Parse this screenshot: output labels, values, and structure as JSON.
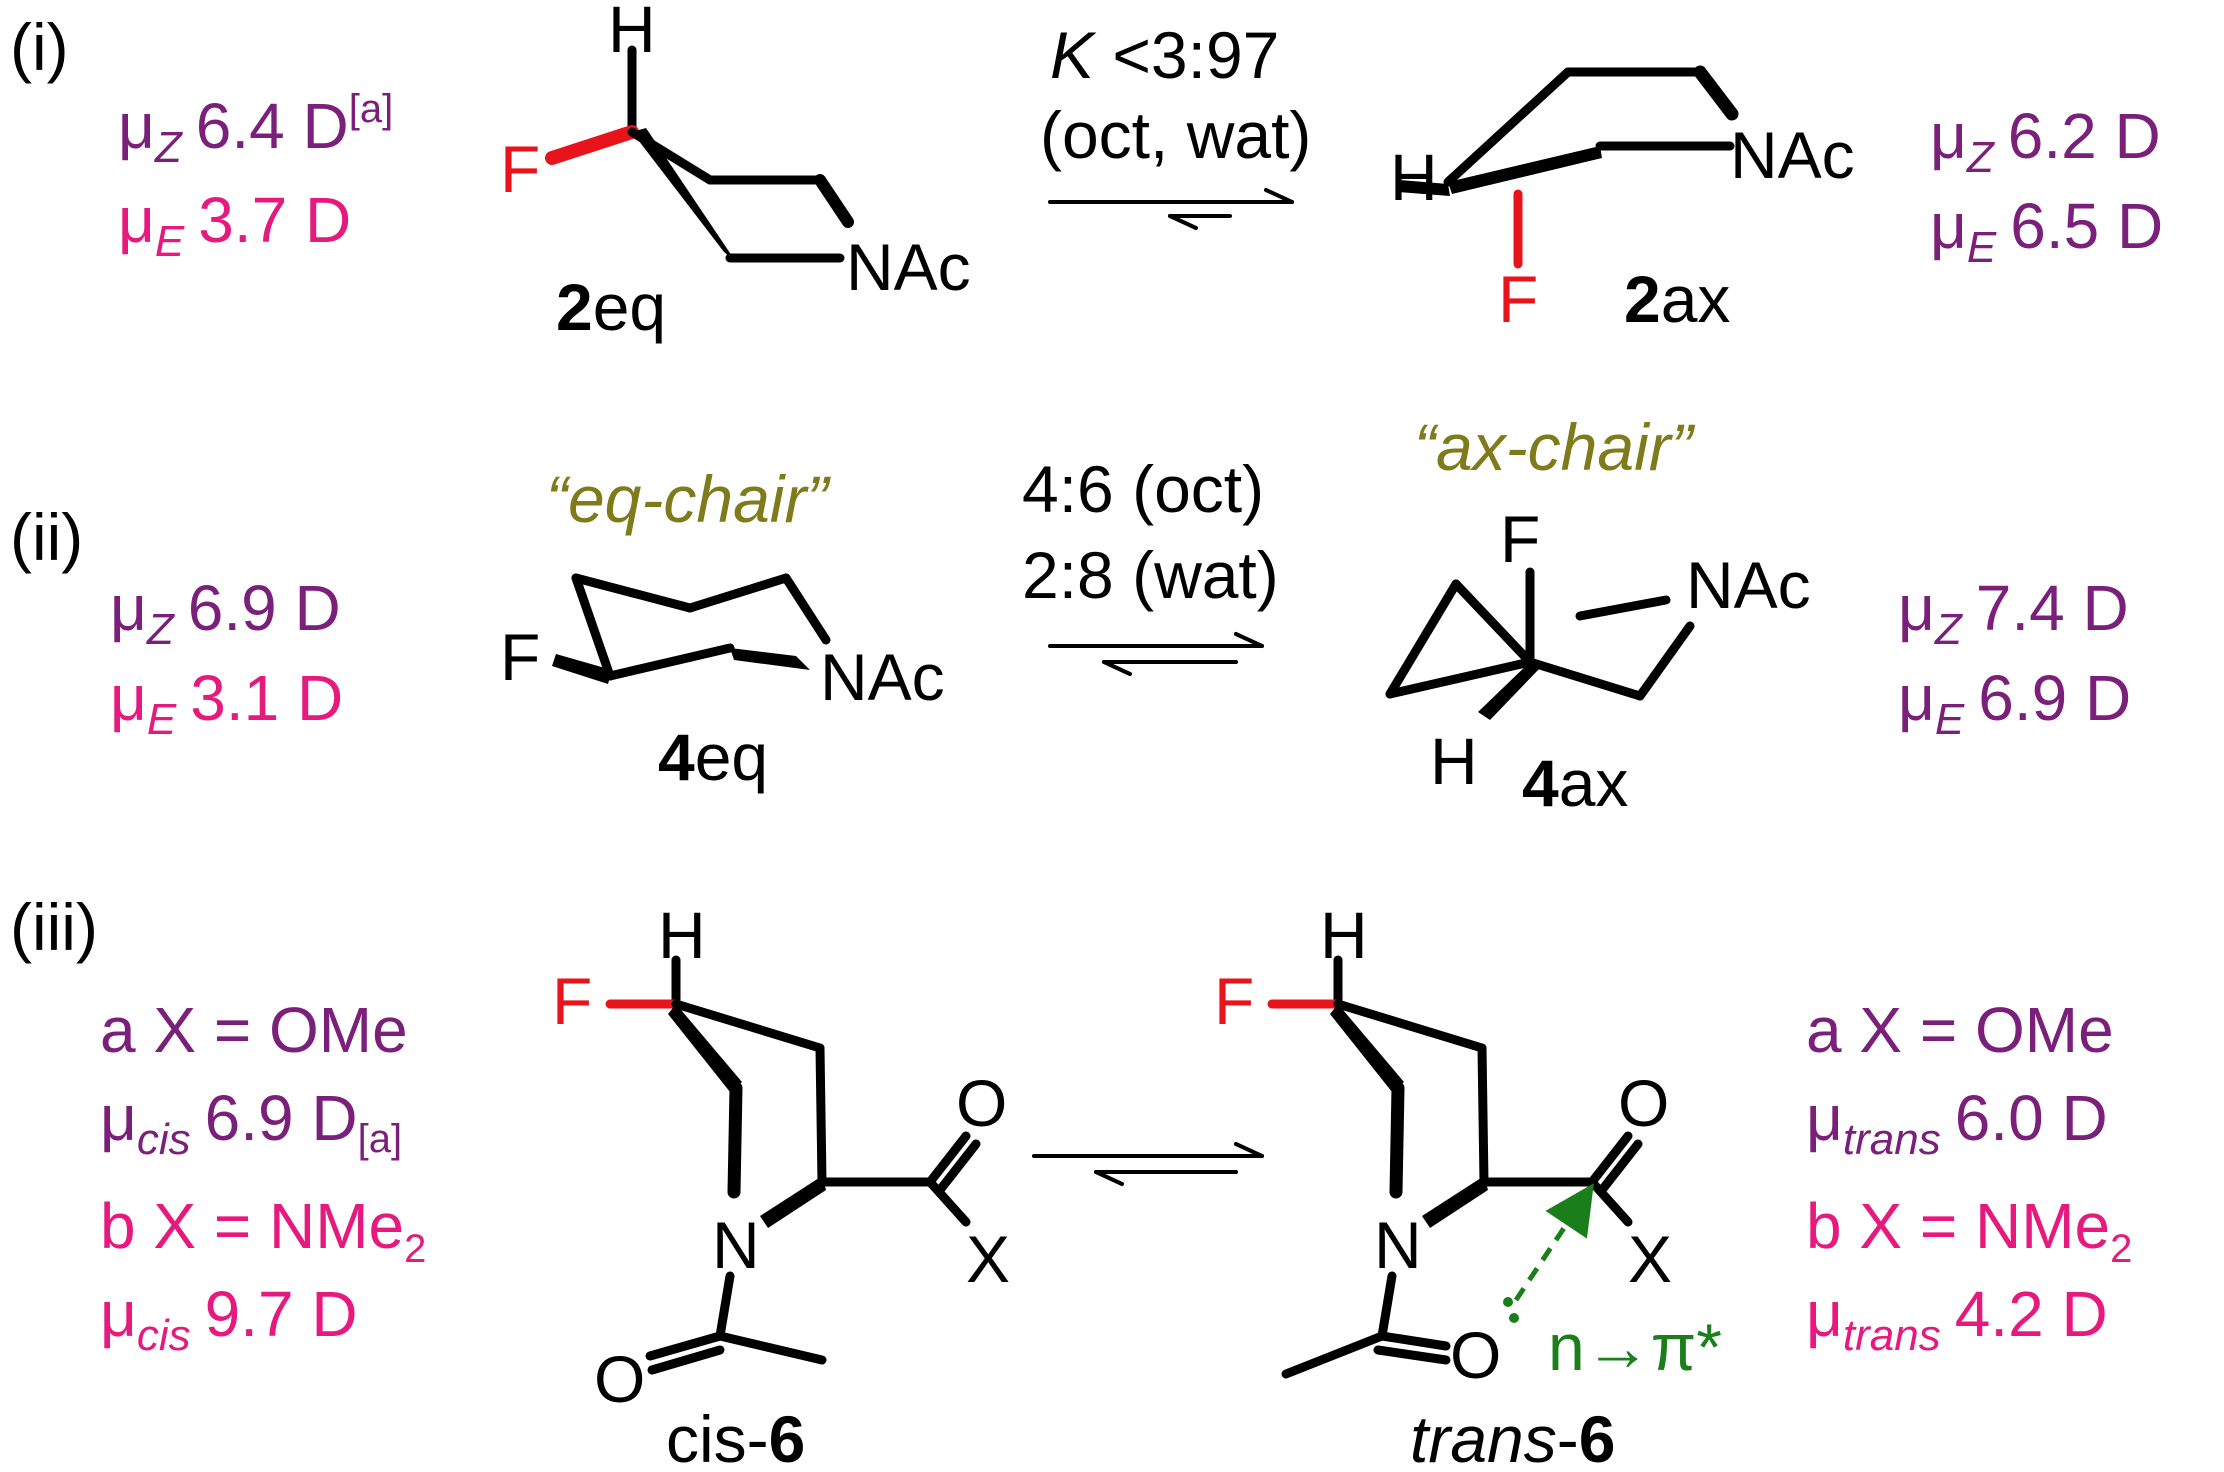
{
  "colors": {
    "black": "#000000",
    "red": "#e8141b",
    "purple": "#7a1f7a",
    "pink": "#e6197f",
    "olive": "#7f7a1a",
    "green": "#1a7f1a"
  },
  "panel_i": {
    "label": "(i)",
    "left_props": {
      "z_mu": "μ",
      "z_sub": "Z",
      "z_val": "6.4 D",
      "z_note": "[a]",
      "e_mu": "μ",
      "e_sub": "E",
      "e_val": "3.7 D"
    },
    "left_mol": {
      "H": "H",
      "F": "F",
      "N": "NAc",
      "num": "2",
      "suffix": "eq"
    },
    "eq_line1_K": "K",
    "eq_line1_rest": " <3:97",
    "eq_line2": "(oct, wat)",
    "right_mol": {
      "H": "H",
      "F": "F",
      "N": "NAc",
      "num": "2",
      "suffix": "ax"
    },
    "right_props": {
      "z_mu": "μ",
      "z_sub": "Z",
      "z_val": "6.2 D",
      "e_mu": "μ",
      "e_sub": "E",
      "e_val": "6.5 D"
    }
  },
  "panel_ii": {
    "label": "(ii)",
    "left_props": {
      "z_mu": "μ",
      "z_sub": "Z",
      "z_val": "6.9 D",
      "e_mu": "μ",
      "e_sub": "E",
      "e_val": "3.1 D"
    },
    "left_conf": "“eq-chair”",
    "left_mol": {
      "F": "F",
      "N": "NAc",
      "num": "4",
      "suffix": "eq"
    },
    "eq_line1": "4:6 (oct)",
    "eq_line2": "2:8 (wat)",
    "right_conf": "“ax-chair”",
    "right_mol": {
      "F": "F",
      "H": "H",
      "N": "NAc",
      "num": "4",
      "suffix": "ax"
    },
    "right_props": {
      "z_mu": "μ",
      "z_sub": "Z",
      "z_val": "7.4 D",
      "e_mu": "μ",
      "e_sub": "E",
      "e_val": "6.9 D"
    }
  },
  "panel_iii": {
    "label": "(iii)",
    "left_props": {
      "a_line": "a X = OMe",
      "a_mu": "μ",
      "a_sub": "cis",
      "a_val": "6.9 D",
      "a_note": "[a]",
      "b_line": "b X = NMe",
      "b_two": "2",
      "b_mu": "μ",
      "b_sub": "cis",
      "b_val": "9.7 D"
    },
    "left_mol": {
      "H": "H",
      "F": "F",
      "N": "N",
      "O1": "O",
      "X": "X",
      "O2": "O",
      "name": "cis-",
      "num": "6"
    },
    "right_mol": {
      "H": "H",
      "F": "F",
      "N": "N",
      "O1": "O",
      "X": "X",
      "O2": "O",
      "name": "trans",
      "dash": "-",
      "num": "6",
      "interaction": "n→π*"
    },
    "right_props": {
      "a_line": "a X = OMe",
      "a_mu": "μ",
      "a_sub": "trans",
      "a_val": "6.0 D",
      "b_line": "b X = NMe",
      "b_two": "2",
      "b_mu": "μ",
      "b_sub": "trans",
      "b_val": "4.2 D"
    }
  }
}
